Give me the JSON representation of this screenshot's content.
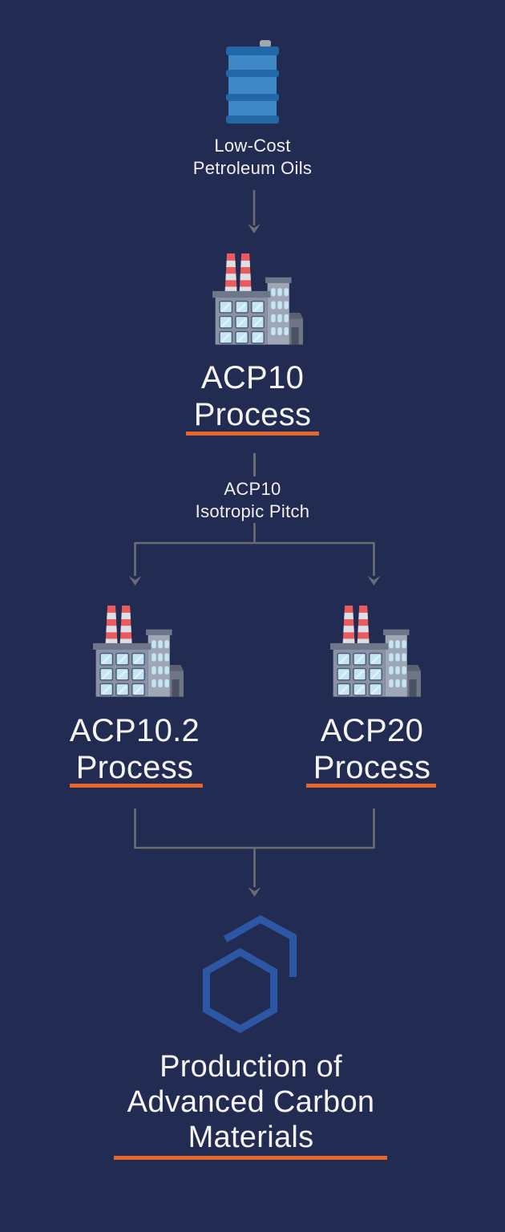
{
  "title": "Low-cost petroleum oils to advanced carbon materials process flow",
  "colors": {
    "background": "#222B52",
    "text": "#F5F4F2",
    "accent_orange": "#E4672E",
    "connector_gray": "#6A6D74",
    "hexagon_blue": "#2B57A4",
    "barrel_blue": "#3D88C5",
    "barrel_dark_blue": "#2368A6",
    "factory_red": "#EA5A5F",
    "window_blue": "#C3E6F4"
  },
  "nodes": {
    "source": {
      "icon": "oil-barrel-icon",
      "line1": "Low-Cost",
      "line2": "Petroleum Oils"
    },
    "process1": {
      "icon": "factory-icon",
      "line1": "ACP10",
      "line2": "Process"
    },
    "intermediate": {
      "line1": "ACP10",
      "line2": "Isotropic Pitch"
    },
    "process2": {
      "icon": "factory-icon",
      "line1": "ACP10.2",
      "line2": "Process"
    },
    "process3": {
      "icon": "factory-icon",
      "line1": "ACP20",
      "line2": "Process"
    },
    "output": {
      "icon": "carbon-hexagon-icon",
      "line1": "Production of",
      "line2": "Advanced Carbon",
      "line3": "Materials"
    }
  }
}
